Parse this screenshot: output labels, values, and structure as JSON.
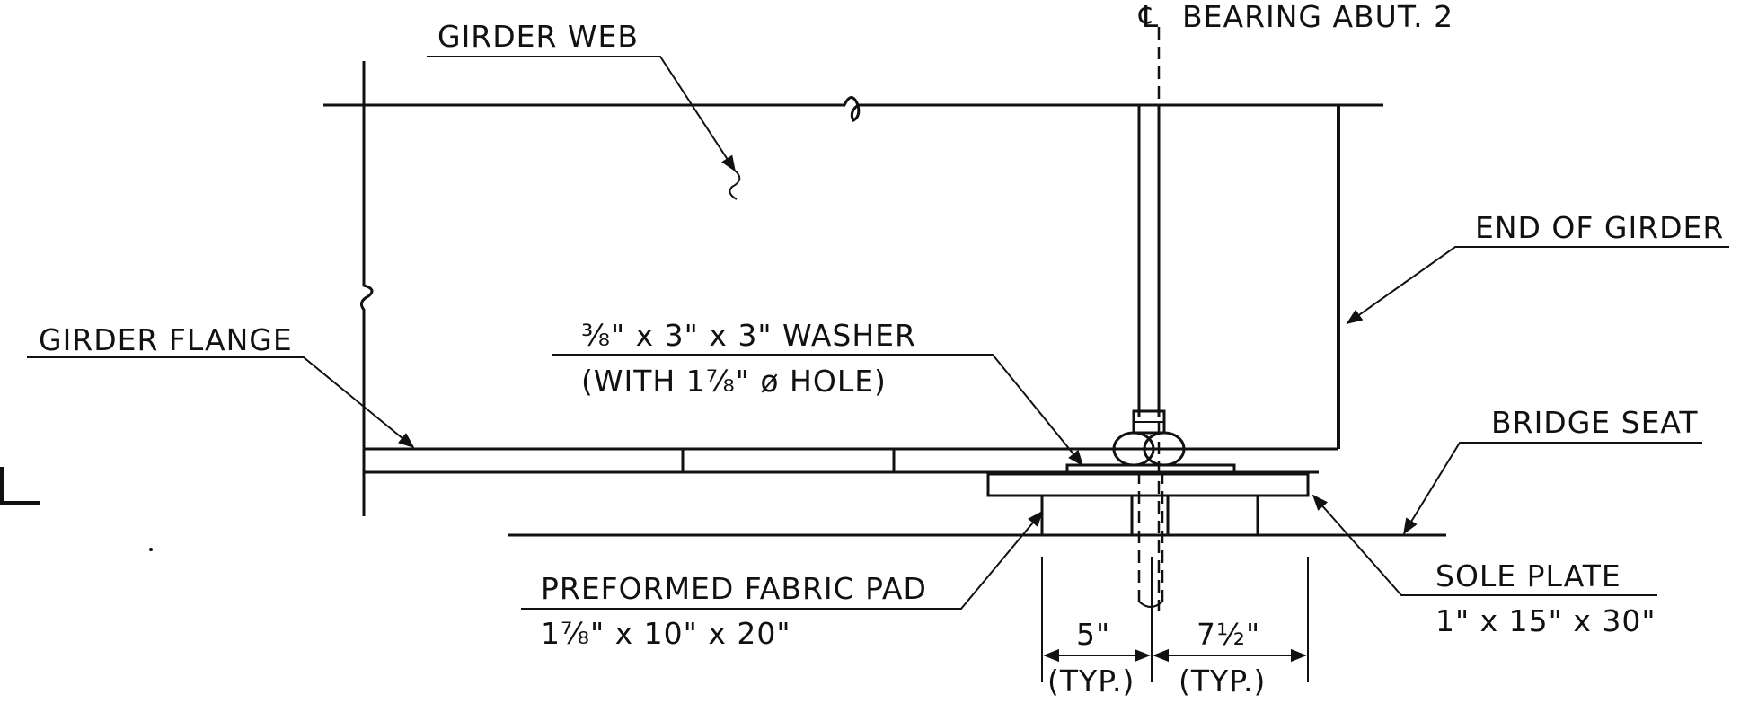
{
  "labels": {
    "centerline_symbol": "℄",
    "bearing": "BEARING ABUT. 2",
    "girder_web": "GIRDER WEB",
    "end_of_girder": "END OF GIRDER",
    "girder_flange": "GIRDER FLANGE",
    "washer_line1": "⅜\" x 3\" x 3\" WASHER",
    "washer_line2": "(WITH 1⅞\" ø HOLE)",
    "bridge_seat": "BRIDGE SEAT",
    "pad_line1": "PREFORMED FABRIC PAD",
    "pad_line2": "1⅞\" x 10\" x 20\"",
    "sole_line1": "SOLE PLATE",
    "sole_line2": "1\" x 15\" x 30\"",
    "dim_left_value": "5\"",
    "dim_left_note": "(TYP.)",
    "dim_right_value": "7½\"",
    "dim_right_note": "(TYP.)"
  }
}
